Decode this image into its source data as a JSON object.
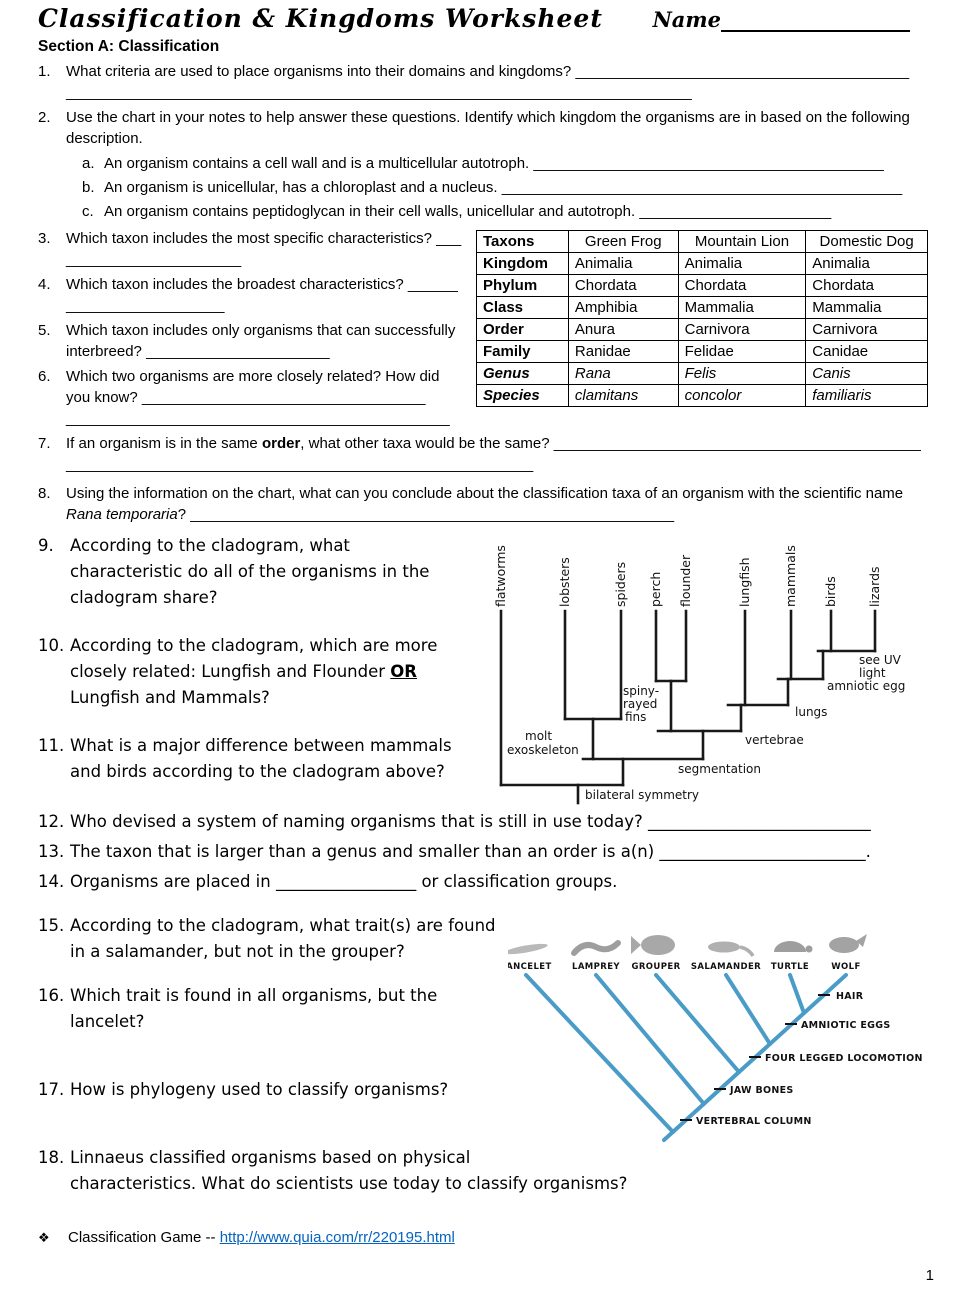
{
  "colors": {
    "link": "#0563c1",
    "cladogram_line": "#4a9cc7"
  },
  "header": {
    "title": "Classification & Kingdoms Worksheet",
    "name_label": "Name",
    "name_blank": "__________________"
  },
  "sectionA": {
    "heading": "Section A: Classification"
  },
  "q1": {
    "num": "1.",
    "text": "What criteria are used to place organisms into their domains and kingdoms?",
    "blank1": "________________________________________",
    "blank2": "___________________________________________________________________________"
  },
  "q2": {
    "num": "2.",
    "text": "Use the chart in your notes to help answer these questions. Identify which kingdom the organisms are in based on the following description.",
    "a": {
      "num": "a.",
      "text": "An organism contains a cell wall and is a multicellular autotroph.",
      "blank": "__________________________________________"
    },
    "b": {
      "num": "b.",
      "text": "An organism is unicellular, has a chloroplast and a nucleus.",
      "blank": "________________________________________________"
    },
    "c": {
      "num": "c.",
      "text": "An organism contains peptidoglycan in their cell walls, unicellular and autotroph.",
      "blank": "_______________________"
    }
  },
  "q3": {
    "num": "3.",
    "text": "Which taxon includes the most specific characteristics?",
    "blank": "________________________"
  },
  "q4": {
    "num": "4.",
    "text": "Which taxon includes the broadest characteristics?",
    "blank": "_________________________"
  },
  "q5": {
    "num": "5.",
    "text": "Which taxon includes only organisms that can successfully interbreed?",
    "blank": "______________________"
  },
  "q6": {
    "num": "6.",
    "text": "Which two organisms are more closely related? How did you know?",
    "blank1": "__________________________________",
    "blank2": "______________________________________________"
  },
  "q7": {
    "num": "7.",
    "pre": "If an organism is in the same ",
    "bold": "order",
    "post": ", what other taxa would be the same?",
    "blank": "____________________________________________________________________________________________________"
  },
  "q8": {
    "num": "8.",
    "pre": "Using the information on the chart, what can you conclude about the classification taxa of an organism with the scientific name ",
    "italic": "Rana temporaria",
    "post": "?",
    "blank": "__________________________________________________________"
  },
  "taxa_table": {
    "headers": [
      "Taxons",
      "Green Frog",
      "Mountain Lion",
      "Domestic Dog"
    ],
    "rows": [
      {
        "label": "Kingdom",
        "values": [
          "Animalia",
          "Animalia",
          "Animalia"
        ]
      },
      {
        "label": "Phylum",
        "values": [
          "Chordata",
          "Chordata",
          "Chordata"
        ]
      },
      {
        "label": "Class",
        "values": [
          "Amphibia",
          "Mammalia",
          "Mammalia"
        ]
      },
      {
        "label": "Order",
        "values": [
          "Anura",
          "Carnivora",
          "Carnivora"
        ]
      },
      {
        "label": "Family",
        "values": [
          "Ranidae",
          "Felidae",
          "Canidae"
        ]
      },
      {
        "label": "Genus",
        "values": [
          "Rana",
          "Felis",
          "Canis"
        ]
      },
      {
        "label": "Species",
        "values": [
          "clamitans",
          "concolor",
          "familiaris"
        ]
      }
    ]
  },
  "q9": {
    "num": "9.",
    "text": "According to the cladogram, what characteristic do all of the organisms in the cladogram share?"
  },
  "q10": {
    "num": "10.",
    "pre": "According to the cladogram, which are more closely related: Lungfish and Flounder ",
    "bold": "OR",
    "post": " Lungfish and Mammals?"
  },
  "q11": {
    "num": "11.",
    "text": "What is a major difference between mammals and birds according to the cladogram above?"
  },
  "q12": {
    "num": "12.",
    "text": "Who devised a system of naming organisms that is still in use today?",
    "blank": "___________________________"
  },
  "q13": {
    "num": "13.",
    "text": "The taxon that is larger than a genus and smaller than an order is a(n)",
    "blank": "_________________________",
    "post": "."
  },
  "q14": {
    "num": "14.",
    "pre": "Organisms are placed in",
    "blank": "_________________",
    "post": "or classification groups."
  },
  "q15": {
    "num": "15.",
    "text": "According to the cladogram, what trait(s) are found in a salamander, but not in the grouper?"
  },
  "q16": {
    "num": "16.",
    "text": "Which trait is found in all organisms, but the lancelet?"
  },
  "q17": {
    "num": "17.",
    "text": "How is phylogeny used to classify organisms?"
  },
  "q18": {
    "num": "18.",
    "text": "Linnaeus classified organisms based on physical characteristics. What do scientists use today to classify organisms?"
  },
  "cladogram1": {
    "taxa": [
      "flatworms",
      "lobsters",
      "spiders",
      "perch",
      "flounder",
      "lungfish",
      "mammals",
      "birds",
      "lizards"
    ],
    "labels": {
      "see_uv_1": "see UV",
      "see_uv_2": "light",
      "amniotic": "amniotic egg",
      "lungs": "lungs",
      "vertebrae": "vertebrae",
      "segmentation": "segmentation",
      "bilateral": "bilateral symmetry",
      "spiny_1": "spiny-",
      "spiny_2": "rayed",
      "spiny_3": "fins",
      "molt_1": "molt",
      "molt_2": "exoskeleton"
    }
  },
  "cladogram2": {
    "taxa": [
      "LANCELET",
      "LAMPREY",
      "GROUPER",
      "SALAMANDER",
      "TURTLE",
      "WOLF"
    ],
    "labels": {
      "hair": "HAIR",
      "amniotic_eggs": "AMNIOTIC EGGS",
      "four_legged": "FOUR LEGGED LOCOMOTION",
      "jaw_bones": "JAW BONES",
      "vertebral_column": "VERTEBRAL COLUMN"
    }
  },
  "footer": {
    "bullet": "❖",
    "text": "Classification Game -- ",
    "link": "http://www.quia.com/rr/220195.html",
    "page": "1"
  }
}
